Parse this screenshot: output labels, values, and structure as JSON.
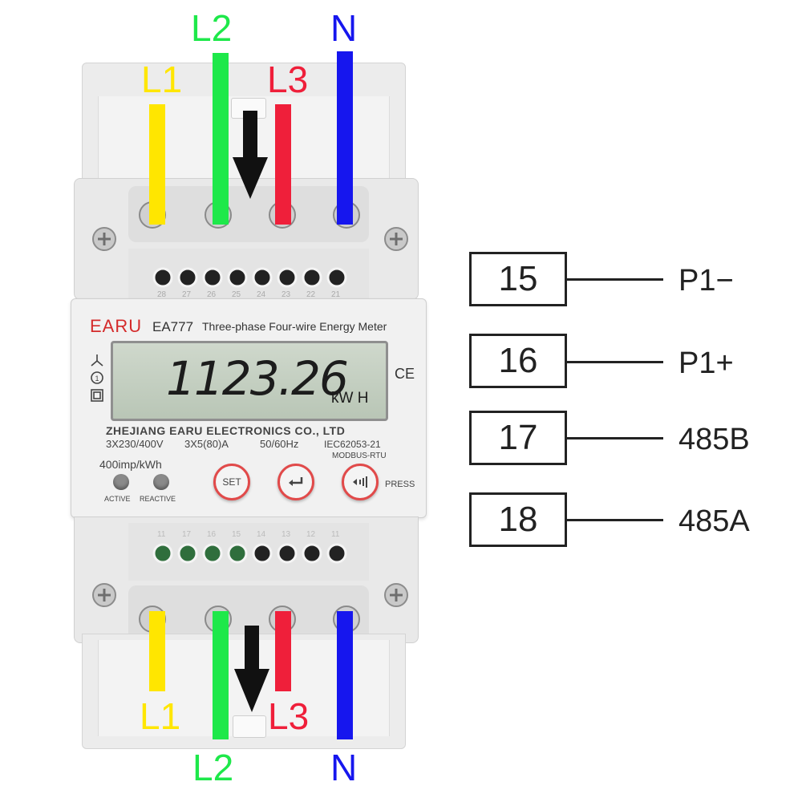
{
  "wires_top": {
    "l1": "L1",
    "l2": "L2",
    "l3": "L3",
    "n": "N"
  },
  "wires_bottom": {
    "l1": "L1",
    "l2": "L2",
    "l3": "L3",
    "n": "N"
  },
  "meter": {
    "brand": "EARU",
    "model": "EA777",
    "description": "Three-phase Four-wire Energy Meter",
    "reading": "1123.26",
    "unit": "kW H",
    "ce_mark": "CE",
    "manufacturer": "ZHEJIANG EARU ELECTRONICS CO., LTD",
    "voltage": "3X230/400V",
    "current": "3X5(80)A",
    "frequency": "50/60Hz",
    "standard": "IEC62053-21",
    "protocol": "MODBUS-RTU",
    "impulse": "400imp/kWh",
    "led_active": "ACTIVE",
    "led_reactive": "REACTIVE",
    "btn_set": "SET",
    "press_label": "PRESS",
    "top_terminal_numbers": [
      "28",
      "27",
      "26",
      "25",
      "24",
      "23",
      "22",
      "21"
    ],
    "bottom_terminal_numbers": [
      "11",
      "17",
      "16",
      "15",
      "14",
      "13",
      "12",
      "11"
    ]
  },
  "terminals": [
    {
      "number": "15",
      "name": "P1−"
    },
    {
      "number": "16",
      "name": "P1+"
    },
    {
      "number": "17",
      "name": "485B"
    },
    {
      "number": "18",
      "name": "485A"
    }
  ],
  "colors": {
    "l1": "#ffe600",
    "l2": "#1ee84a",
    "l3": "#ef1f3a",
    "n": "#1616ee",
    "brand_red": "#d42a2a"
  }
}
